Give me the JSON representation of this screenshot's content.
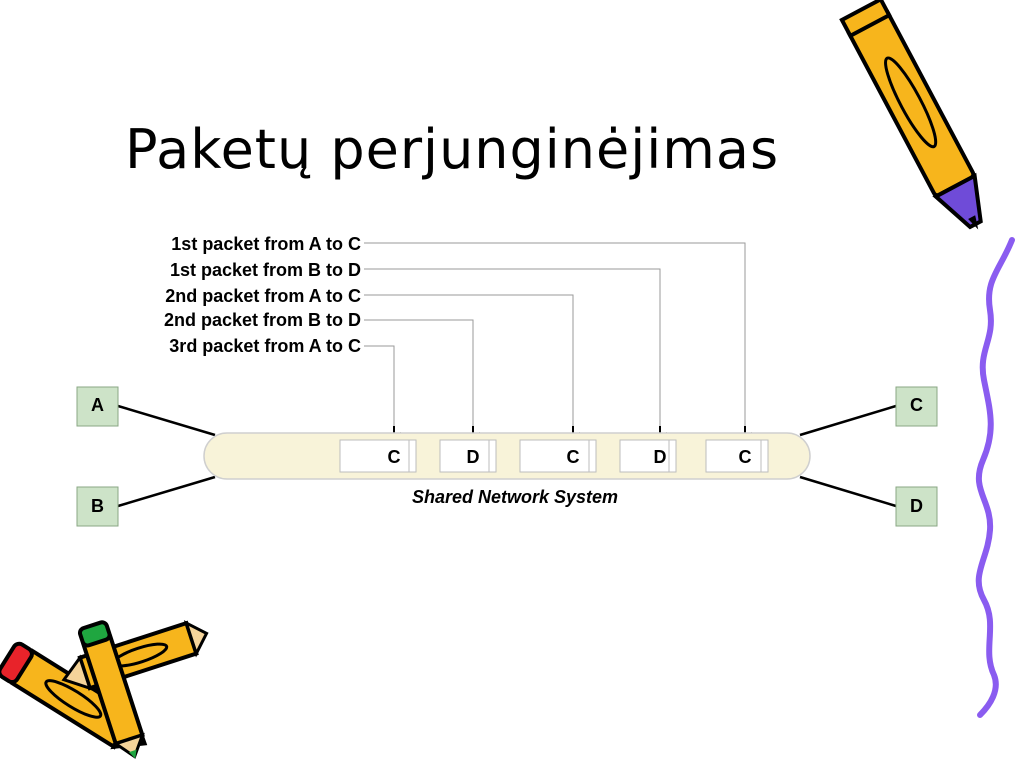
{
  "slide": {
    "title": "Paketų perjunginėjimas"
  },
  "diagram": {
    "packet_labels": [
      "1st packet from A to C",
      "1st packet from B to D",
      "2nd packet from A to C",
      "2nd packet from B to D",
      "3rd packet from A to C"
    ],
    "nodes": {
      "a": "A",
      "b": "B",
      "c": "C",
      "d": "D"
    },
    "packets_on_bus": [
      "C",
      "D",
      "C",
      "D",
      "C"
    ],
    "bus_caption": "Shared Network System"
  },
  "colors": {
    "node_fill": "#cde3c8",
    "bus_fill": "#f8f3d9",
    "pencil_body": "#f7b51c",
    "squiggle": "#8a5cf0",
    "eraser_red": "#e8232a",
    "eraser_green": "#1fa640",
    "cap_purple": "#6f4bd8"
  },
  "icons": [
    "pencil-icon",
    "crossed-pencils-icon",
    "squiggle-decoration"
  ]
}
